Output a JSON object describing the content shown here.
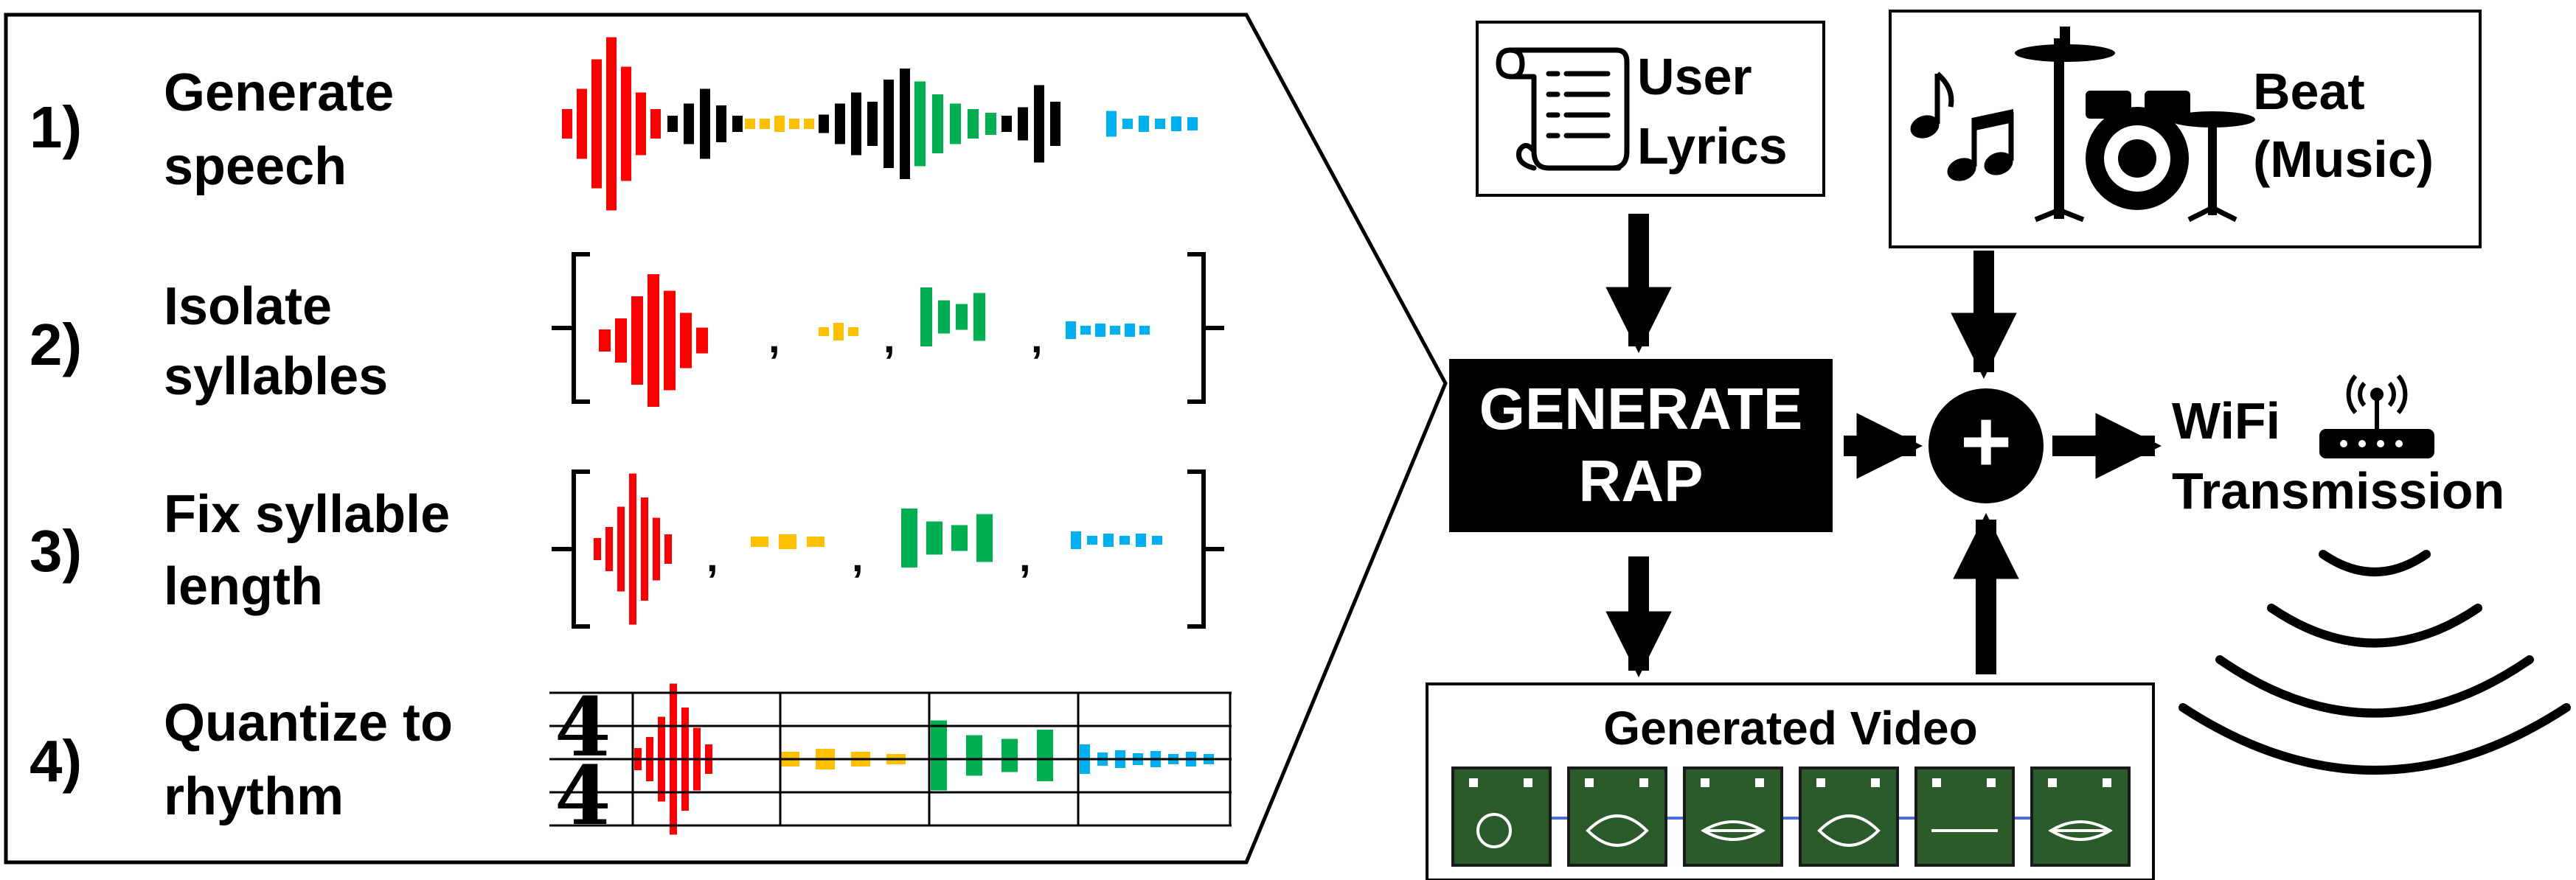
{
  "steps": [
    {
      "number": "1)",
      "line1": "Generate",
      "line2": "speech"
    },
    {
      "number": "2)",
      "line1": "Isolate",
      "line2": "syllables"
    },
    {
      "number": "3)",
      "line1": "Fix syllable",
      "line2": "length"
    },
    {
      "number": "4)",
      "line1": "Quantize to",
      "line2": "rhythm"
    }
  ],
  "separator": ",",
  "time_signature": {
    "top": "4",
    "bottom": "4"
  },
  "lyrics": {
    "line1": "User",
    "line2": "Lyrics"
  },
  "beat": {
    "line1": "Beat",
    "line2": "(Music)"
  },
  "generate": {
    "line1": "GENERATE",
    "line2": "RAP"
  },
  "plus": "+",
  "wifi": {
    "line1": "WiFi",
    "line2": "Transmission"
  },
  "video": {
    "title": "Generated Video",
    "frame_count": 6
  },
  "colors": {
    "red": "#ff0000",
    "yellow": "#ffc000",
    "green": "#00b050",
    "blue": "#00b0f0",
    "black": "#000000",
    "frame_fill": "#2b5a2b",
    "frame_border": "#1a1a1a"
  },
  "icons": [
    "scroll-icon",
    "music-notes-icon",
    "drum-kit-icon",
    "wifi-router-icon",
    "wifi-waves-icon"
  ]
}
